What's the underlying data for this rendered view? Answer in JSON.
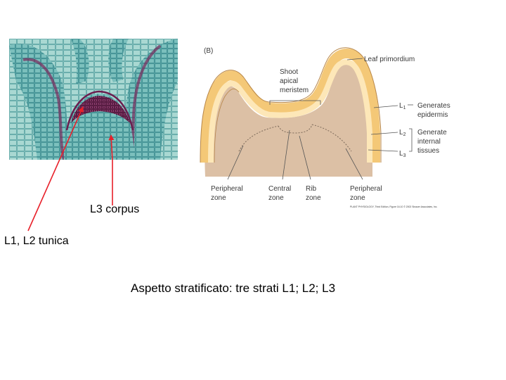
{
  "slide": {
    "label_l3": "L3 corpus",
    "label_l1l2": "L1, L2 tunica",
    "caption": "Aspetto stratificato: tre strati L1; L2; L3"
  },
  "diagram": {
    "panel_letter": "(B)",
    "leaf_primordium": "Leaf primordium",
    "sam_line1": "Shoot",
    "sam_line2": "apical",
    "sam_line3": "meristem",
    "l1": "L",
    "l1_sub": "1",
    "l2": "L",
    "l2_sub": "2",
    "l3": "L",
    "l3_sub": "3",
    "gen_epi_1": "Generates",
    "gen_epi_2": "epidermis",
    "gen_int_1": "Generate",
    "gen_int_2": "internal",
    "gen_int_3": "tissues",
    "peripheral_left_1": "Peripheral",
    "peripheral_left_2": "zone",
    "central_1": "Central",
    "central_2": "zone",
    "rib_1": "Rib",
    "rib_2": "zone",
    "peripheral_right_1": "Peripheral",
    "peripheral_right_2": "zone",
    "credit": "PLANT PHYSIOLOGY, Third Edition, Figure 16.10  © 2002 Sinauer Associates, Inc."
  },
  "colors": {
    "arrow": "#e8202a",
    "tunica_outer": "#f4c877",
    "tunica_inner": "#fde7b8",
    "corpus": "#dcc0a5",
    "stain_blue": "#6fb4b4",
    "stain_purple": "#7a2a5c"
  }
}
